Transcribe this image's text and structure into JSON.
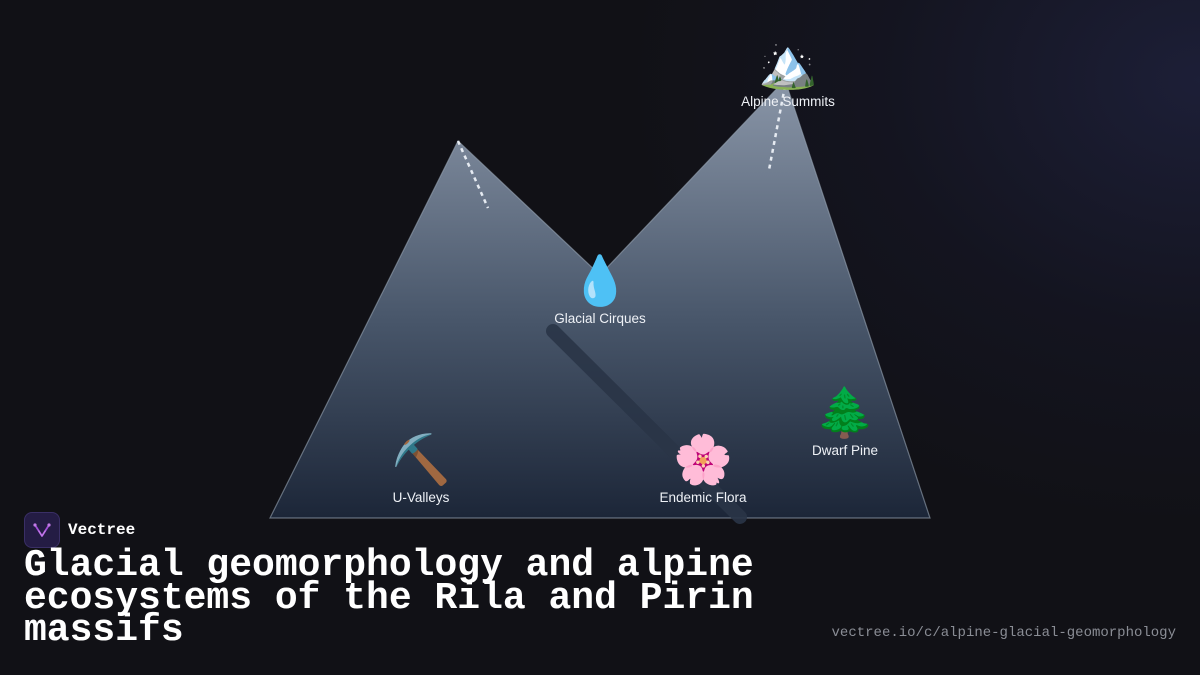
{
  "brand": {
    "name": "Vectree",
    "logo_icon": "vectree-logo-icon",
    "accent": "#a34fd9"
  },
  "title": "Glacial geomorphology and alpine ecosystems of the Rila and Pirin massifs",
  "url": "vectree.io/c/alpine-glacial-geomorphology",
  "mountain": {
    "fill_top": "#8a96a8",
    "fill_bottom": "#1c2638",
    "outline": "#9aa6b6"
  },
  "nodes": {
    "alpine_summits": {
      "label": "Alpine Summits",
      "icon": "snow-capped-mountain-icon",
      "emoji": "🏔️"
    },
    "glacial_cirques": {
      "label": "Glacial Cirques",
      "icon": "water-droplet-icon",
      "emoji": "💧"
    },
    "u_valleys": {
      "label": "U-Valleys",
      "icon": "pick-icon",
      "emoji": "⛏️"
    },
    "endemic_flora": {
      "label": "Endemic Flora",
      "icon": "cherry-blossom-icon",
      "emoji": "🌸"
    },
    "dwarf_pine": {
      "label": "Dwarf Pine",
      "icon": "evergreen-tree-icon",
      "emoji": "🌲"
    }
  }
}
